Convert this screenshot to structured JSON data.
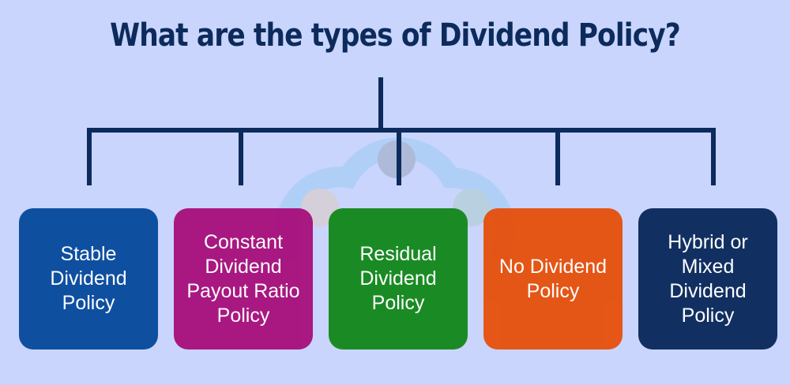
{
  "title": "What are the types of Dividend Policy?",
  "types": [
    {
      "label": "Stable Dividend Policy",
      "color": "#0a4b9e"
    },
    {
      "label": "Constant Dividend Payout Ratio Policy",
      "color": "#a8127e"
    },
    {
      "label": "Residual Dividend Policy",
      "color": "#15891e"
    },
    {
      "label": "No Dividend Policy",
      "color": "#e5520f"
    },
    {
      "label": "Hybrid or Mixed Dividend Policy",
      "color": "#0c2b5c"
    }
  ],
  "connector_color": "#0c2b5c"
}
